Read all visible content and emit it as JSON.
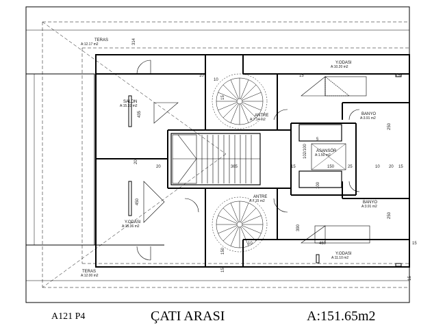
{
  "drawing": {
    "code": "A121 P4",
    "title": "ÇATI ARASI",
    "area": "A:151.65m2"
  },
  "rooms": {
    "teras_top": {
      "name": "TERAS",
      "area": "A:12.17 m2"
    },
    "teras_bottom": {
      "name": "TERAS",
      "area": "A:12.00 m2"
    },
    "salon": {
      "name": "SALON",
      "area": "A:15.32 m2"
    },
    "y_odasi_left": {
      "name": "Y.ODASI",
      "area": "A:15.36 m2"
    },
    "antre_top": {
      "name": "ANTRE",
      "area": "A:7.14 m2"
    },
    "antre_bottom": {
      "name": "ANTRE",
      "area": "A:7.15 m2"
    },
    "asansor": {
      "name": "ASANSÖR",
      "area": "A:1.50 m2"
    },
    "y_odasi_top_right": {
      "name": "Y.ODASI",
      "area": "A:10.20 m2"
    },
    "y_odasi_bottom_right": {
      "name": "Y.ODASI",
      "area": "A:11.10 m2"
    },
    "banyo_top": {
      "name": "BANYO",
      "area": "A:3.91 m2"
    },
    "banyo_bottom": {
      "name": "BANYO",
      "area": "A:3.91 m2"
    }
  },
  "dimensions": {
    "d314": "314",
    "d10a": "10",
    "d15a": "15",
    "d15b": "15",
    "d435": "435",
    "d20a": "20",
    "d20b": "20",
    "d365": "365",
    "d15c": "15",
    "d150": "150",
    "d25": "25",
    "d10b": "10",
    "d15d": "15",
    "d20c": "20",
    "d450": "450",
    "d10c": "10",
    "d460": "460",
    "d15e": "15",
    "d150b": "150",
    "d15f": "15",
    "d250a": "250",
    "d250b": "250",
    "d100": "100",
    "d102": "102/100",
    "d5": "5",
    "d390": "390",
    "d10d": "10",
    "d15g": "15",
    "d15h": "15"
  }
}
